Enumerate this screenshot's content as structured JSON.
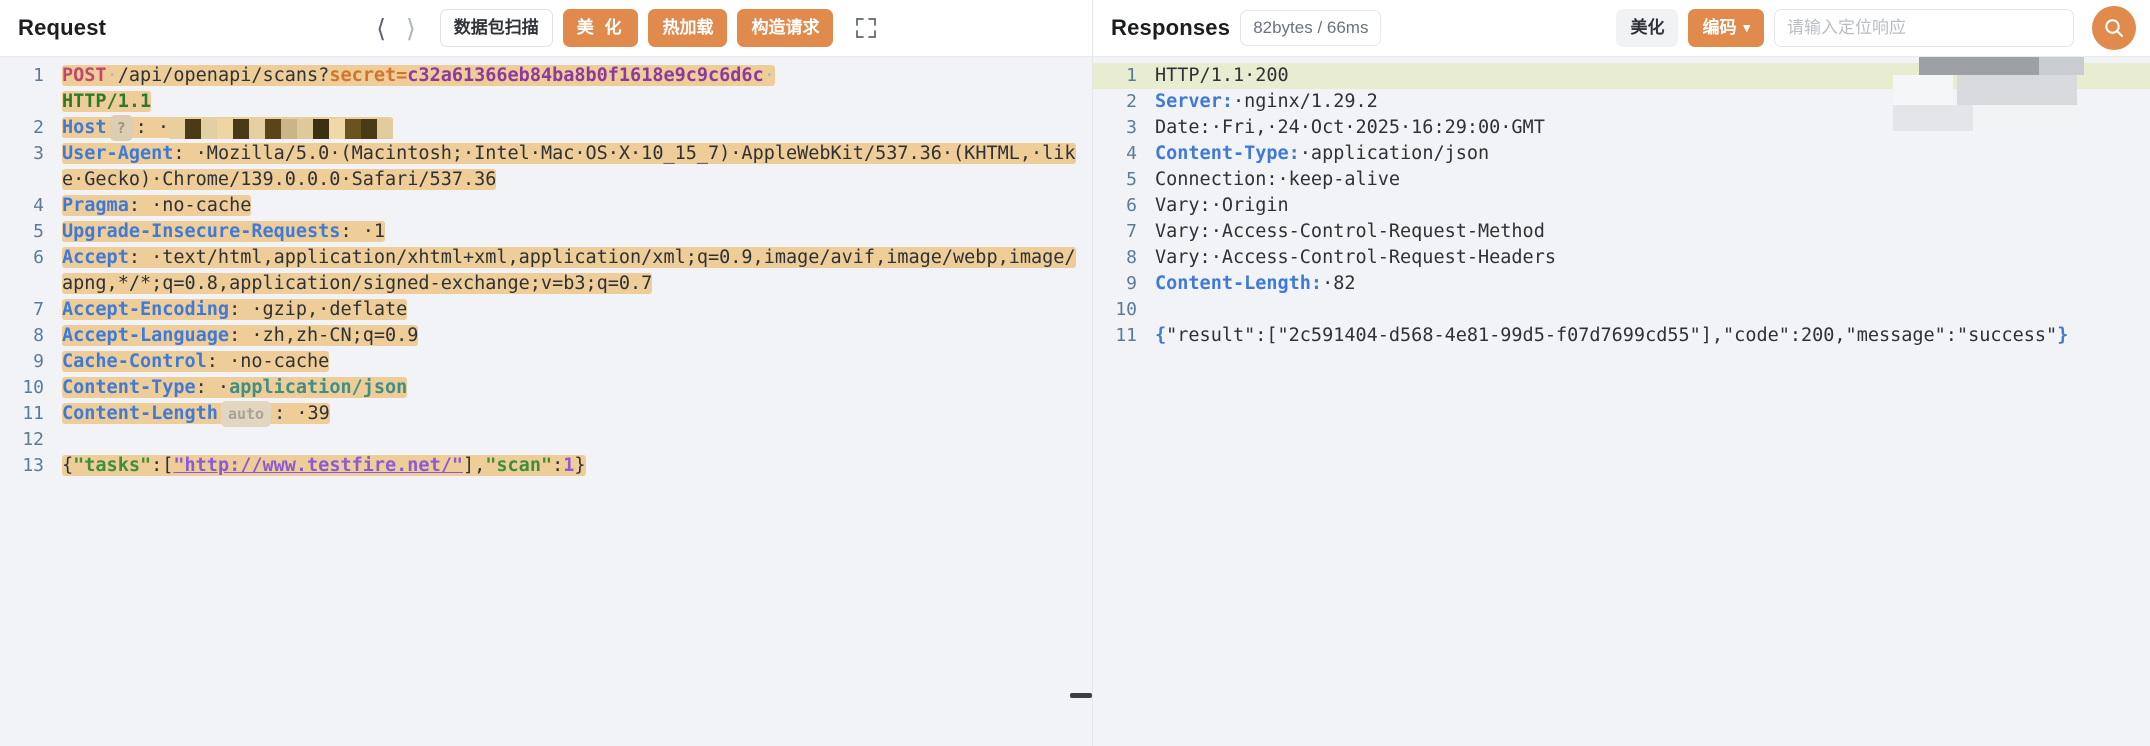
{
  "request_panel": {
    "title": "Request",
    "nav": {
      "prev_icon": "chevron-left-icon",
      "next_icon": "chevron-right-icon"
    },
    "buttons": [
      {
        "name": "packet-scan-button",
        "label": "数据包扫描",
        "style": "ghost"
      },
      {
        "name": "beautify-button",
        "label": "美 化",
        "style": "orange"
      },
      {
        "name": "hot-reload-button",
        "label": "热加载",
        "style": "orange"
      },
      {
        "name": "build-request-button",
        "label": "构造请求",
        "style": "orange"
      }
    ],
    "expand_icon": "expand-fullscreen-icon",
    "lines": [
      {
        "n": "1",
        "text": "POST /api/openapi/scans?secret=c32a61366eb84ba8b0f1618e9c9c6d6c HTTP/1.1"
      },
      {
        "n": "2",
        "text": "Host: [REDACTED]",
        "badge": "?"
      },
      {
        "n": "3",
        "text": "User-Agent: Mozilla/5.0 (Macintosh; Intel Mac OS X 10_15_7) AppleWebKit/537.36 (KHTML, like Gecko) Chrome/139.0.0.0 Safari/537.36"
      },
      {
        "n": "4",
        "text": "Pragma: no-cache"
      },
      {
        "n": "5",
        "text": "Upgrade-Insecure-Requests: 1"
      },
      {
        "n": "6",
        "text": "Accept: text/html,application/xhtml+xml,application/xml;q=0.9,image/avif,image/webp,image/apng,*/*;q=0.8,application/signed-exchange;v=b3;q=0.7"
      },
      {
        "n": "7",
        "text": "Accept-Encoding: gzip, deflate"
      },
      {
        "n": "8",
        "text": "Accept-Language: zh,zh-CN;q=0.9"
      },
      {
        "n": "9",
        "text": "Cache-Control: no-cache"
      },
      {
        "n": "10",
        "text": "Content-Type: application/json"
      },
      {
        "n": "11",
        "text": "Content-Length: 39",
        "badge": "auto"
      },
      {
        "n": "12",
        "text": ""
      },
      {
        "n": "13",
        "text": "{\"tasks\":[\"http://www.testfire.net/\"],\"scan\":1}"
      }
    ],
    "parts": {
      "l1_method": "POST",
      "l1_sep1": "·",
      "l1_path": "/api/openapi/scans?",
      "l1_param": "secret=",
      "l1_secret": "c32a61366eb84ba8b0f1618e9c9c6d6c",
      "l1_sep2": "·",
      "l1_proto": "HTTP/1.1",
      "l2_name": "Host",
      "l2_badge": "?",
      "l2_colon": ": ·",
      "l3_name": "User-Agent",
      "l3_value": ": ·Mozilla/5.0·(Macintosh;·Intel·Mac·OS·X·10_15_7)·AppleWebKit/537.36·(KHTML,·like·Gecko)·Chrome/139.0.0.0·Safari/537.36",
      "l4_name": "Pragma",
      "l4_value": ": ·no-cache",
      "l5_name": "Upgrade-Insecure-Requests",
      "l5_value": ": ·1",
      "l6_name": "Accept",
      "l6_value": ": ·text/html,application/xhtml+xml,application/xml;q=0.9,image/avif,image/webp,image/apng,*/*;q=0.8,application/signed-exchange;v=b3;q=0.7",
      "l7_name": "Accept-Encoding",
      "l7_value": ": ·gzip,·deflate",
      "l8_name": "Accept-Language",
      "l8_value": ": ·zh,zh-CN;q=0.9",
      "l9_name": "Cache-Control",
      "l9_value": ": ·no-cache",
      "l10_name": "Content-Type",
      "l10_colon": ": ·",
      "l10_value": "application/json",
      "l11_name": "Content-Length",
      "l11_badge": "auto",
      "l11_value": ": ·39",
      "l13_a": "{",
      "l13_tasks": "\"tasks\"",
      "l13_b": ":[",
      "l13_url": "\"http://www.testfire.net/\"",
      "l13_c": "],",
      "l13_scan": "\"scan\"",
      "l13_d": ":",
      "l13_one": "1",
      "l13_e": "}"
    }
  },
  "response_panel": {
    "title": "Responses",
    "meta": "82bytes / 66ms",
    "buttons": [
      {
        "name": "beautify-button",
        "label": "美化",
        "style": "grey"
      },
      {
        "name": "encoding-dropdown",
        "label": "编码",
        "style": "orange",
        "chevron": "chevron-down-icon"
      }
    ],
    "search": {
      "placeholder": "请输入定位响应",
      "value": ""
    },
    "search_button_icon": "search-icon",
    "lines": [
      {
        "n": "1",
        "text": "HTTP/1.1 200"
      },
      {
        "n": "2",
        "text": "Server: nginx/1.29.2"
      },
      {
        "n": "3",
        "text": "Date: Fri, 24 Oct 2025 16:29:00 GMT"
      },
      {
        "n": "4",
        "text": "Content-Type: application/json"
      },
      {
        "n": "5",
        "text": "Connection: keep-alive"
      },
      {
        "n": "6",
        "text": "Vary: Origin"
      },
      {
        "n": "7",
        "text": "Vary: Access-Control-Request-Method"
      },
      {
        "n": "8",
        "text": "Vary: Access-Control-Request-Headers"
      },
      {
        "n": "9",
        "text": "Content-Length: 82"
      },
      {
        "n": "10",
        "text": ""
      },
      {
        "n": "11",
        "text": "{\"result\":[\"2c591404-d568-4e81-99d5-f07d7699cd55\"],\"code\":200,\"message\":\"success\"}"
      }
    ],
    "parts": {
      "r1_proto": "HTTP/1.1",
      "r1_status": "·200",
      "r2_name": "Server:",
      "r2_value": "·nginx/1.29.2",
      "r3_text": "Date:·Fri,·24·Oct·2025·16:29:00·GMT",
      "r4_name": "Content-Type:",
      "r4_value": "·application/json",
      "r5_text": "Connection:·keep-alive",
      "r6_text": "Vary:·Origin",
      "r7_text": "Vary:·Access-Control-Request-Method",
      "r8_text": "Vary:·Access-Control-Request-Headers",
      "r9_name": "Content-Length:",
      "r9_value": "·82",
      "r11_open": "{",
      "r11_body": "\"result\":[\"2c591404-d568-4e81-99d5-f07d7699cd55\"],\"code\":200,\"message\":\"success\"",
      "r11_close": "}"
    }
  },
  "colors": {
    "accent_orange": "#e08a4d",
    "highlight_amber": "#eecd98",
    "code_bg": "#f2f3f7",
    "status_highlight": "#e8ecd0",
    "linenumber": "#5b7c99"
  }
}
